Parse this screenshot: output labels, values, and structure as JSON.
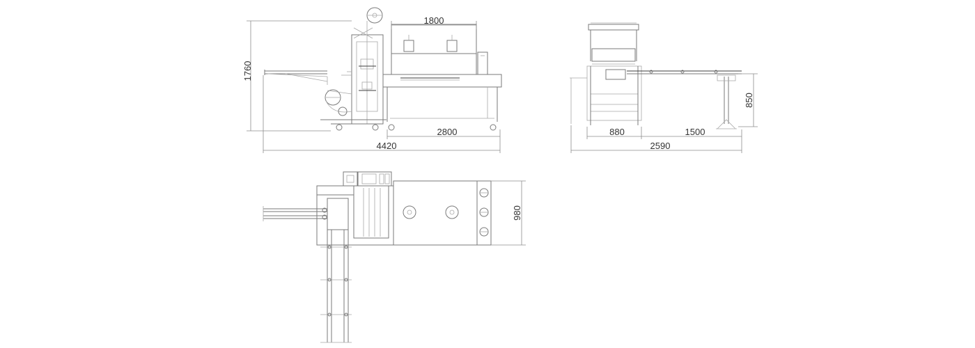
{
  "dimensions": {
    "front_total_length": "4420",
    "front_height": "1760",
    "front_tunnel_length": "1800",
    "front_base_length": "2800",
    "side_height": "850",
    "side_body_width": "880",
    "side_conveyor_length": "1500",
    "side_total_width": "2590",
    "top_width": "980"
  },
  "colors": {
    "line": "#7a7a7a",
    "dark_line": "#3c3c3c",
    "text": "#333333",
    "background": "#ffffff"
  }
}
